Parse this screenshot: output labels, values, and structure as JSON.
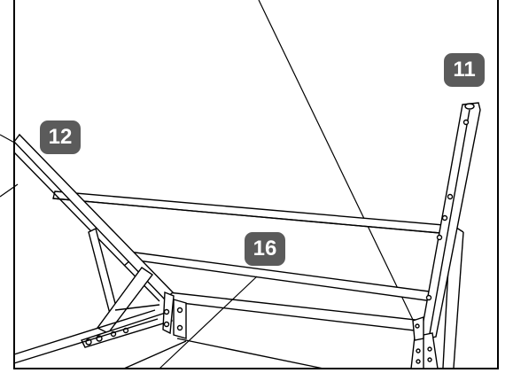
{
  "labels": {
    "part_11": "11",
    "part_12": "12",
    "part_16": "16"
  },
  "colors": {
    "line": "#000000",
    "badge_fill": "#5b5b5b",
    "badge_text": "#ffffff",
    "background": "#ffffff"
  }
}
